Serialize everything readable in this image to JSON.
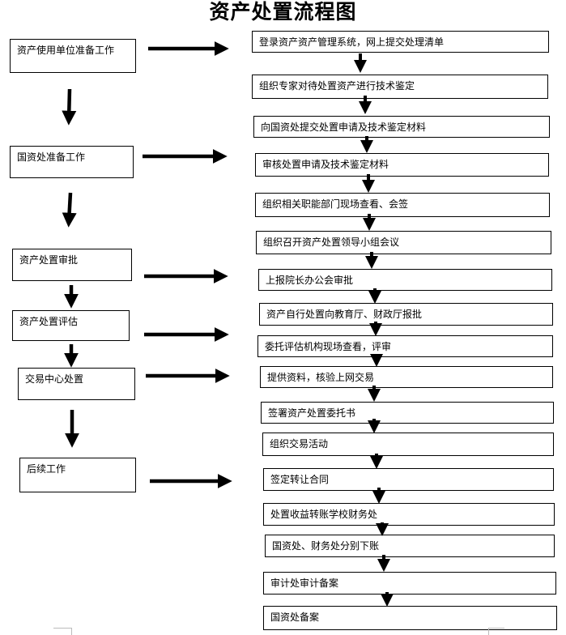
{
  "title": "资产处置流程图",
  "left_steps": [
    "资产使用单位准备工作",
    "国资处准备工作",
    "资产处置审批",
    "资产处置评估",
    "交易中心处置",
    "后续工作"
  ],
  "right_steps": [
    "登录资产资产管理系统，网上提交处理清单",
    "组织专家对待处置资产进行技术鉴定",
    "向国资处提交处置申请及技术鉴定材料",
    "审核处置申请及技术鉴定材料",
    "组织相关职能部门现场查看、会签",
    "组织召开资产处置领导小组会议",
    "上报院长办公会审批",
    "资产自行处置向教育厅、财政厅报批",
    "委托评估机构现场查看，评审",
    "提供资料，核验上网交易",
    "签署资产处置委托书",
    "组织交易活动",
    "签定转让合同",
    "处置收益转账学校财务处",
    "国资处、财务处分别下账",
    "审计处审计备案",
    "国资处备案"
  ]
}
